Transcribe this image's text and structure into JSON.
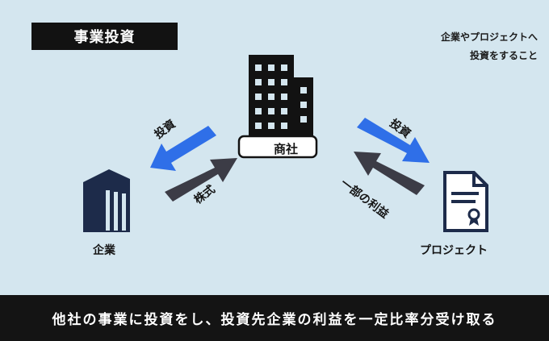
{
  "title": "事業投資",
  "description": [
    "企業やプロジェクトへ",
    "投資をすること"
  ],
  "center": {
    "label": "商社"
  },
  "left": {
    "label": "企業",
    "arrow_out_label": "投資",
    "arrow_in_label": "株式"
  },
  "right": {
    "label": "プロジェクト",
    "arrow_out_label": "投資",
    "arrow_in_label": "一部の利益"
  },
  "footer": "他社の事業に投資をし、投資先企業の利益を一定比率分受け取る",
  "colors": {
    "investment_arrow": "#2f6fe8",
    "return_arrow": "#3c3c46",
    "background": "#d4e6ef",
    "dark": "#141414",
    "navy": "#1d2b4a"
  },
  "icons": {
    "center": "office-building-icon",
    "left": "company-building-icon",
    "right": "contract-document-icon"
  }
}
